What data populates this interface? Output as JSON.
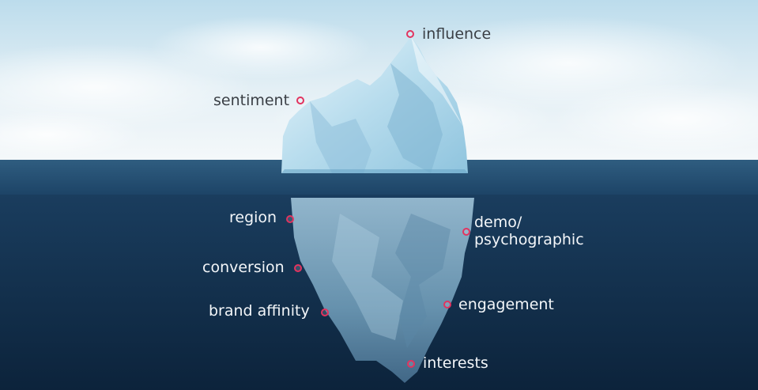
{
  "labels": {
    "influence": "influence",
    "sentiment": "sentiment",
    "region": "region",
    "demo_psychographic": "demo/\npsychographic",
    "conversion": "conversion",
    "brand_affinity": "brand affinity",
    "engagement": "engagement",
    "interests": "interests"
  },
  "colors": {
    "marker": "#e2335f",
    "label_above_water": "#3a3f45",
    "label_below_water": "#f3f6f9",
    "deep_water": "#0f2a45"
  }
}
